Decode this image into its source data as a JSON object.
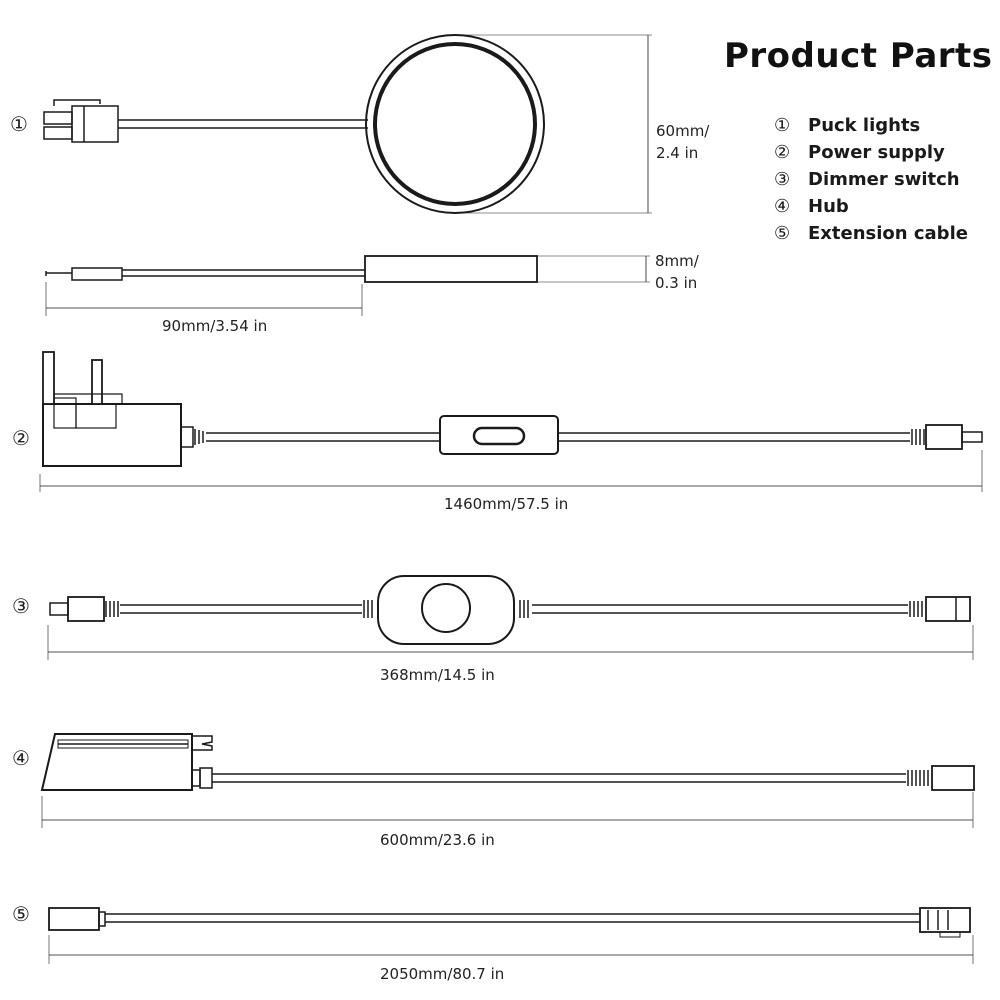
{
  "title": "Product Parts",
  "legend": [
    {
      "num": "①",
      "label": "Puck lights"
    },
    {
      "num": "②",
      "label": "Power supply"
    },
    {
      "num": "③",
      "label": "Dimmer switch"
    },
    {
      "num": "④",
      "label": "Hub"
    },
    {
      "num": "⑤",
      "label": "Extension cable"
    }
  ],
  "parts": [
    {
      "num": "①"
    },
    {
      "num": "②"
    },
    {
      "num": "③"
    },
    {
      "num": "④"
    },
    {
      "num": "⑤"
    }
  ],
  "dimensions": {
    "puck_diameter_line1": "60mm/",
    "puck_diameter_line2": "2.4 in",
    "puck_thickness_line1": "8mm/",
    "puck_thickness_line2": "0.3 in",
    "puck_cable": "90mm/3.54 in",
    "power_supply": "1460mm/57.5 in",
    "dimmer": "368mm/14.5 in",
    "hub": "600mm/23.6 in",
    "extension": "2050mm/80.7 in"
  }
}
